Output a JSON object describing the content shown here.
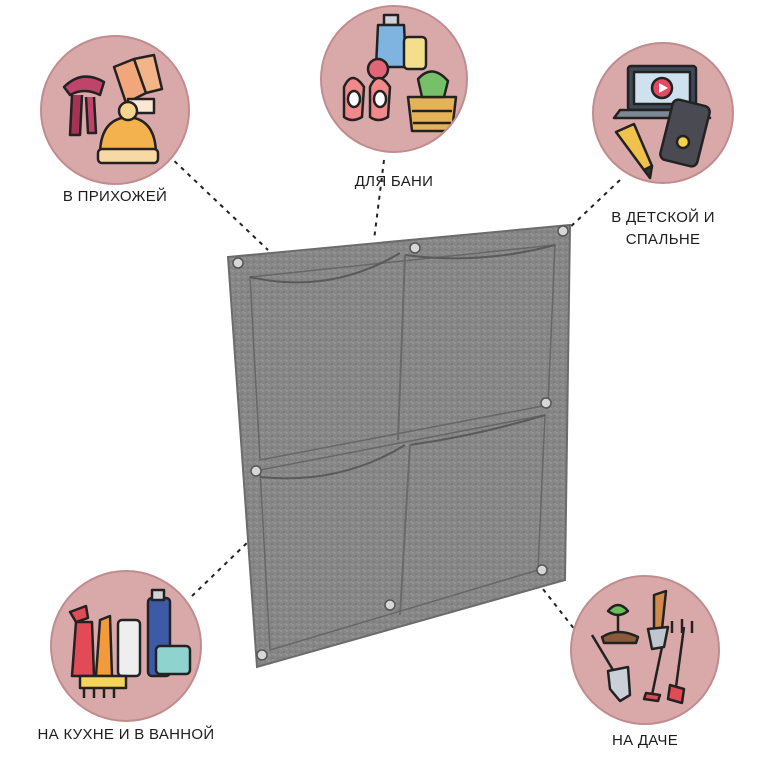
{
  "product": {
    "name": "felt-wall-organizer",
    "color": "#8a8a8a"
  },
  "colors": {
    "circle_fill": "#d9a9aa",
    "circle_stroke": "#c08c8e",
    "text": "#1c1c1c"
  },
  "callouts": [
    {
      "id": "hallway",
      "label": "В ПРИХОЖЕЙ",
      "icon": "winter-clothes-icon"
    },
    {
      "id": "bath",
      "label": "ДЛЯ БАНИ",
      "icon": "sauna-items-icon"
    },
    {
      "id": "kids",
      "label_line1": "В ДЕТСКОЙ И",
      "label_line2": "СПАЛЬНЕ",
      "icon": "gadgets-icon"
    },
    {
      "id": "kitchen",
      "label": "НА КУХНЕ И В ВАННОЙ",
      "icon": "cleaning-supplies-icon"
    },
    {
      "id": "dacha",
      "label": "НА ДАЧЕ",
      "icon": "garden-tools-icon"
    }
  ]
}
